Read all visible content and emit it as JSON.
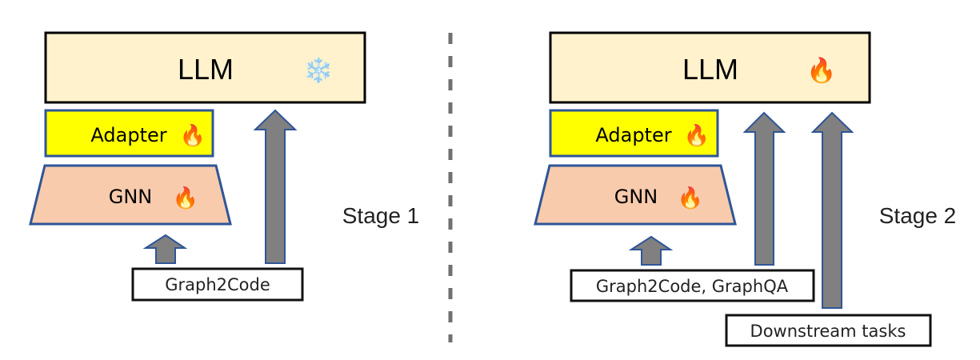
{
  "colors": {
    "llm_fill": "#FFF2CC",
    "adapter_fill": "#FFFF00",
    "gnn_fill": "#F8CBAD",
    "arrow_fill": "#808080",
    "outline_blue": "#2F5597",
    "divider": "#707070"
  },
  "stage1": {
    "label": "Stage 1",
    "llm": {
      "label": "LLM",
      "status_icon": "snowflake-icon",
      "status_glyph": "❄️",
      "status": "frozen"
    },
    "adapter": {
      "label": "Adapter",
      "status_icon": "fire-icon",
      "status_glyph": "🔥",
      "status": "trainable"
    },
    "gnn": {
      "label": "GNN",
      "status_icon": "fire-icon",
      "status_glyph": "🔥",
      "status": "trainable"
    },
    "tasks": [
      "Graph2Code"
    ]
  },
  "stage2": {
    "label": "Stage 2",
    "llm": {
      "label": "LLM",
      "status_icon": "fire-icon",
      "status_glyph": "🔥",
      "status": "trainable"
    },
    "adapter": {
      "label": "Adapter",
      "status_icon": "fire-icon",
      "status_glyph": "🔥",
      "status": "trainable"
    },
    "gnn": {
      "label": "GNN",
      "status_icon": "fire-icon",
      "status_glyph": "🔥",
      "status": "trainable"
    },
    "tasks": [
      "Graph2Code, GraphQA",
      "Downstream tasks"
    ]
  }
}
